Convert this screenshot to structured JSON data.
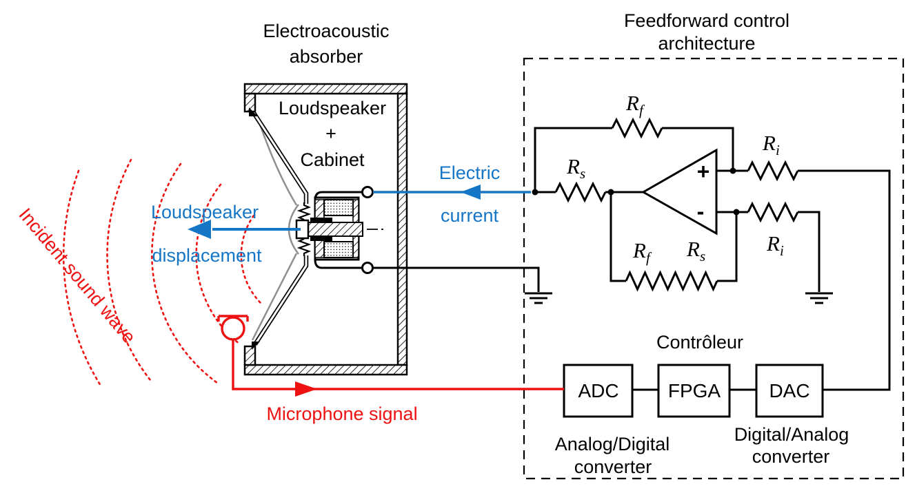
{
  "colors": {
    "red": "#ee1111",
    "blue": "#1576c6",
    "ink": "#000000"
  },
  "headers": {
    "absorber": {
      "line1": "Electroacoustic",
      "line2": "absorber"
    },
    "feedforward": {
      "line1": "Feedforward control",
      "line2": "architecture"
    }
  },
  "cabinet": {
    "line1": "Loudspeaker",
    "line2": "+",
    "line3": "Cabinet"
  },
  "annotations": {
    "incident_wave": "Incident sound wave",
    "displacement": {
      "line1": "Loudspeaker",
      "line2": "displacement"
    },
    "electric": {
      "line1": "Electric",
      "line2": "current"
    },
    "microphone_signal": "Microphone signal"
  },
  "circuit": {
    "opamp": {
      "plus": "+",
      "minus": "-"
    },
    "resistors": {
      "rf_top": {
        "main": "R",
        "sub": "f"
      },
      "rs_upper": {
        "main": "R",
        "sub": "s"
      },
      "ri_upper": {
        "main": "R",
        "sub": "i"
      },
      "ri_lower": {
        "main": "R",
        "sub": "i"
      },
      "rf_bottom": {
        "main": "R",
        "sub": "f"
      },
      "rs_bottom": {
        "main": "R",
        "sub": "s"
      }
    }
  },
  "controller": {
    "title": "Contrôleur",
    "blocks": [
      {
        "label": "ADC"
      },
      {
        "label": "FPGA"
      },
      {
        "label": "DAC"
      }
    ],
    "adc_caption": {
      "line1": "Analog/Digital",
      "line2": "converter"
    },
    "dac_caption": {
      "line1": "Digital/Analog",
      "line2": "converter"
    }
  }
}
